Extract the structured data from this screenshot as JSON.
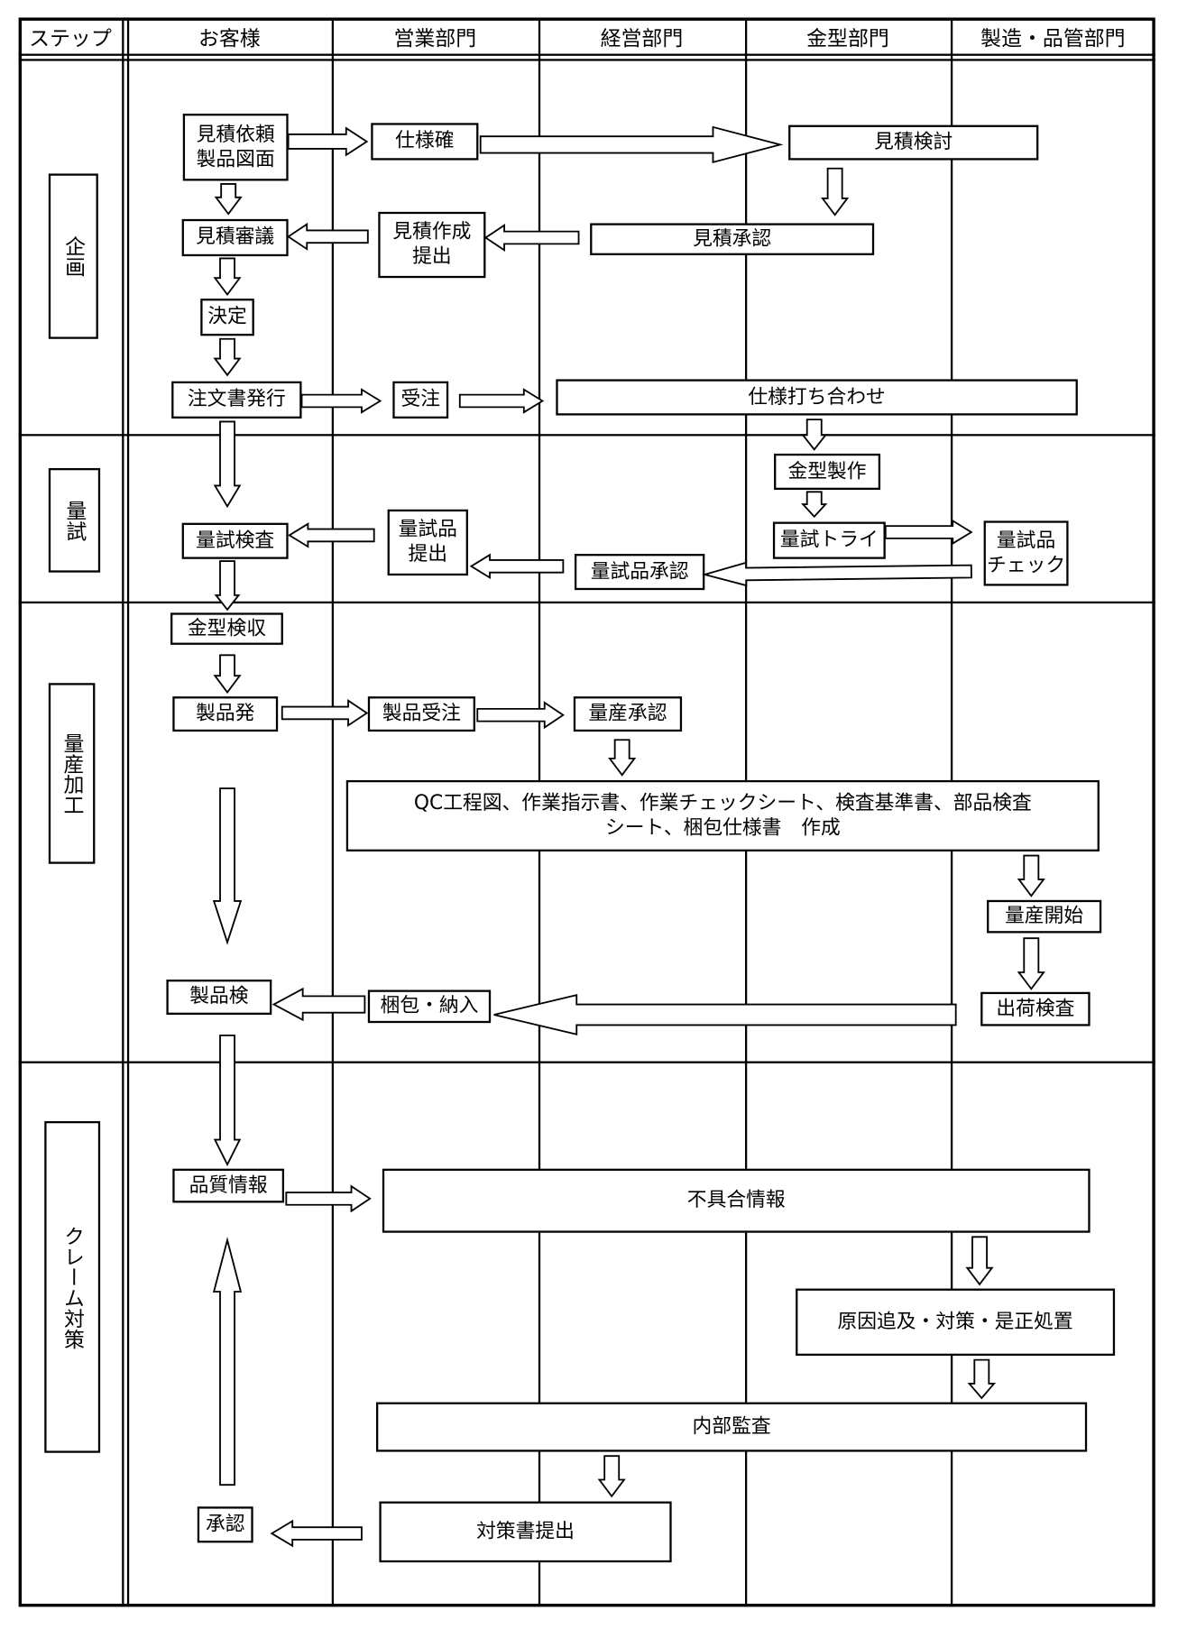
{
  "headers": [
    "ステップ",
    "お客様",
    "営業部門",
    "経営部門",
    "金型部門",
    "製造・品管部門"
  ],
  "steps": [
    "企画",
    "量試",
    "量産加工",
    "クレーム対策"
  ],
  "boxes": {
    "estimate_request": "見積依頼\n製品図面",
    "spec_confirm": "仕様確",
    "estimate_review": "見積検討",
    "estimate_deliberation": "見積審議",
    "estimate_create": "見積作成\n提出",
    "estimate_approval": "見積承認",
    "decision": "決定",
    "purchase_order": "注文書発行",
    "order_received": "受注",
    "spec_meeting": "仕様打ち合わせ",
    "mold_making": "金型製作",
    "trial_try": "量試トライ",
    "trial_check": "量試品\nチェック",
    "trial_inspection": "量試検査",
    "trial_submit": "量試品\n提出",
    "trial_approval": "量試品承認",
    "mold_acceptance": "金型検収",
    "product_order": "製品発",
    "product_order_received": "製品受注",
    "mass_approval": "量産承認",
    "documents": "QC工程図、作業指示書、作業チェックシート、検査基準書、部品検査\nシート、梱包仕様書　作成",
    "mass_start": "量産開始",
    "product_inspection": "製品検",
    "packing_delivery": "梱包・納入",
    "shipping_inspection": "出荷検査",
    "quality_info": "品質情報",
    "defect_info": "不具合情報",
    "root_cause": "原因追及・対策・是正処置",
    "internal_audit": "内部監査",
    "approval": "承認",
    "countermeasure_submit": "対策書提出"
  }
}
